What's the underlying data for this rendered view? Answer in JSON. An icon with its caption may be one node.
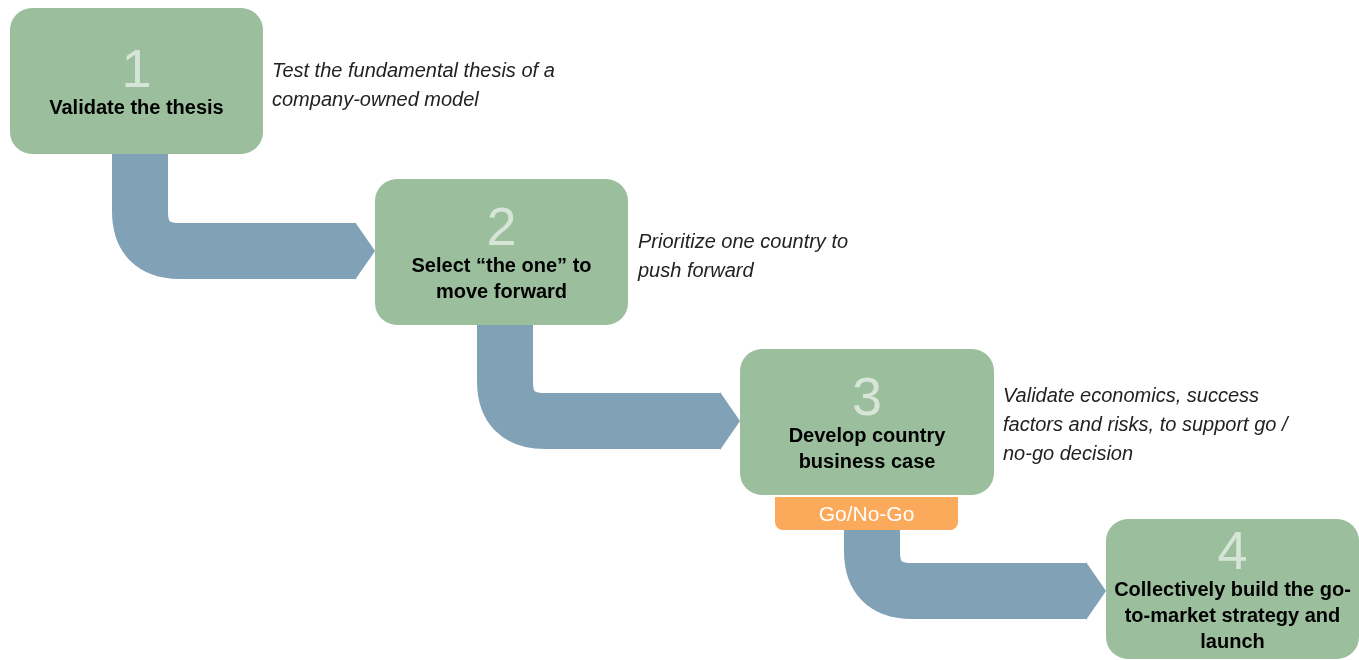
{
  "diagram": {
    "nodes": [
      {
        "text": [
          "1",
          "Validate the thesis"
        ],
        "beside": [
          "Test the fundamental thesis of a company-owned model"
        ]
      },
      {
        "text": [
          "2",
          "Select “the one” to move forward"
        ],
        "beside": [
          "Prioritize one country to push forward"
        ]
      },
      {
        "text": [
          "3",
          "Develop country business case"
        ],
        "beside": [
          "Validate economics, success factors and risks, to support go / no-go decision"
        ]
      },
      {
        "text": [
          "Go/No-Go"
        ]
      },
      {
        "text": [
          "4",
          "Collectively build the go-to-market strategy and launch"
        ]
      }
    ],
    "edges": [
      {
        "from": 0,
        "to": 1,
        "arrow": "to"
      },
      {
        "from": 1,
        "to": 2,
        "arrow": "to"
      },
      {
        "from": 3,
        "to": 4,
        "arrow": "to"
      }
    ]
  }
}
